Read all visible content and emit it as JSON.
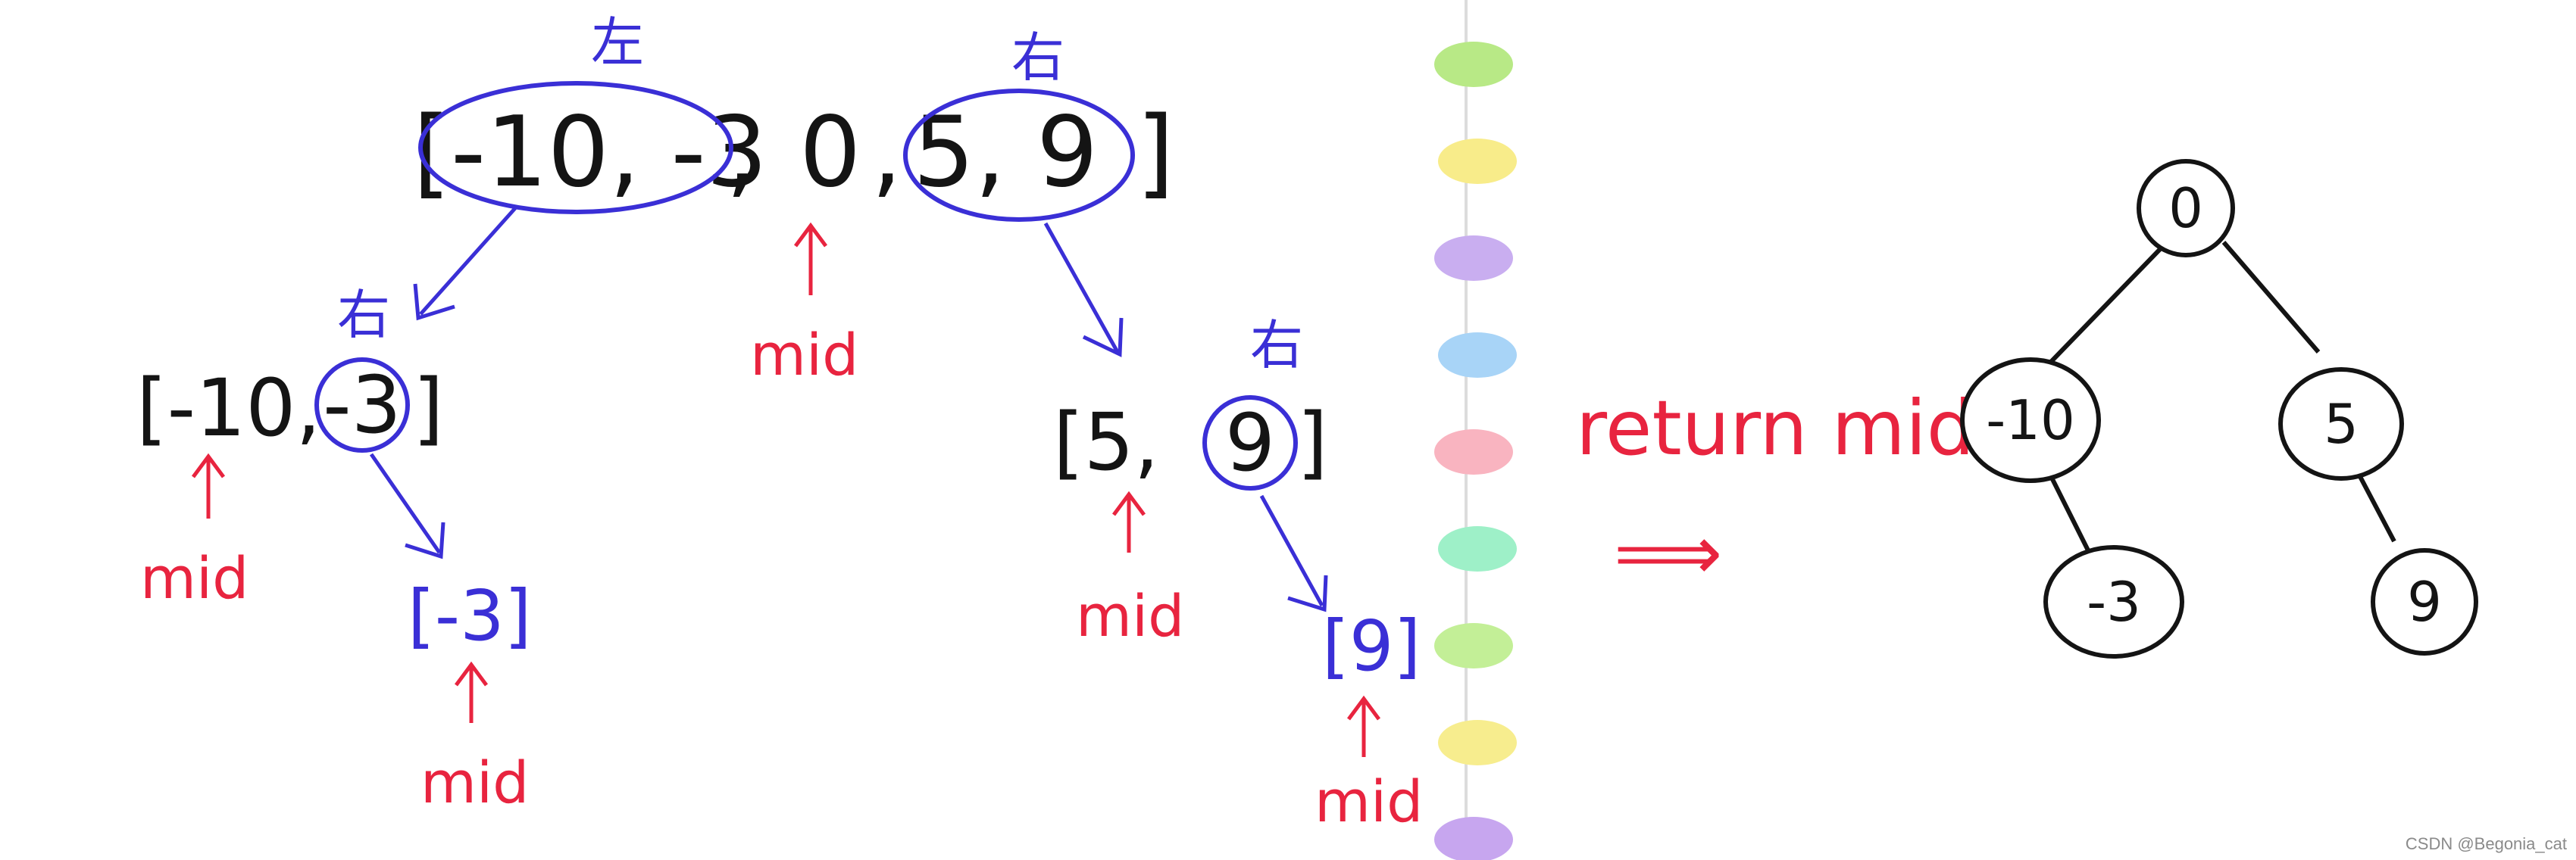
{
  "colors": {
    "ink_black": "#141414",
    "ink_blue": "#3a2fd6",
    "ink_red": "#e8243f",
    "paper_divider": "#d9d9d9"
  },
  "left_panel": {
    "top_array": "[-10, -3, 0, 5, 9]",
    "top_left_part": "-10, -3",
    "top_zero": "0",
    "top_right_part": "5, 9",
    "top_open": "[",
    "top_close": "]",
    "label_left": "左",
    "label_right": "右",
    "mid_label": "mid",
    "left_sub": {
      "open": "[-10,",
      "value": "-3",
      "close": "]",
      "label": "右",
      "mid_label": "mid",
      "child": "[-3]",
      "child_mid": "mid"
    },
    "right_sub": {
      "open": "[5,",
      "value": "9",
      "close": "]",
      "label": "右",
      "mid_label": "mid",
      "child": "[9]",
      "child_mid": "mid"
    }
  },
  "divider": {
    "swatches": [
      "#b8e986",
      "#f8ec8a",
      "#c9aef0",
      "#a8d4f7",
      "#f9b4c0",
      "#9ef0c8",
      "#c3ef97",
      "#f7ed8e",
      "#c7a6ef"
    ]
  },
  "right_panel": {
    "return_text": "return mid",
    "implies": "⟹",
    "tree": {
      "root": "0",
      "left": "-10",
      "right": "5",
      "left_child": "-3",
      "right_child": "9"
    }
  },
  "watermark": "CSDN @Begonia_cat"
}
